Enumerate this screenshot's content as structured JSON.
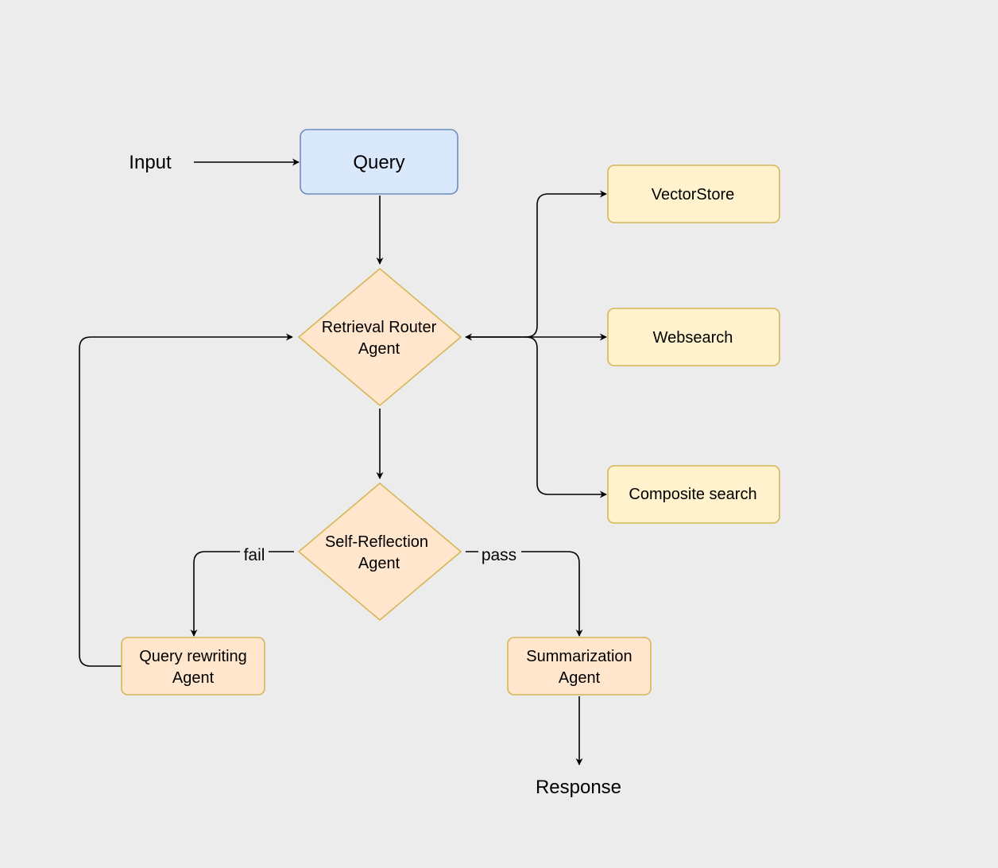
{
  "colors": {
    "background": "#ececec",
    "query_fill": "#dae8fc",
    "query_stroke": "#6c8ebf",
    "agent_fill": "#ffe6cc",
    "agent_stroke": "#d6b656",
    "source_fill": "#fff2cc",
    "source_stroke": "#d6b656",
    "edge": "#000000"
  },
  "labels": {
    "input": "Input",
    "response": "Response"
  },
  "nodes": {
    "query": {
      "label": "Query"
    },
    "retrieval_router": {
      "line1": "Retrieval Router",
      "line2": "Agent"
    },
    "self_reflection": {
      "line1": "Self-Reflection",
      "line2": "Agent"
    },
    "query_rewriting": {
      "line1": "Query rewriting",
      "line2": "Agent"
    },
    "summarization": {
      "line1": "Summarization",
      "line2": "Agent"
    },
    "vectorstore": {
      "label": "VectorStore"
    },
    "websearch": {
      "label": "Websearch"
    },
    "composite_search": {
      "label": "Composite search"
    }
  },
  "edges": {
    "fail_label": "fail",
    "pass_label": "pass"
  }
}
